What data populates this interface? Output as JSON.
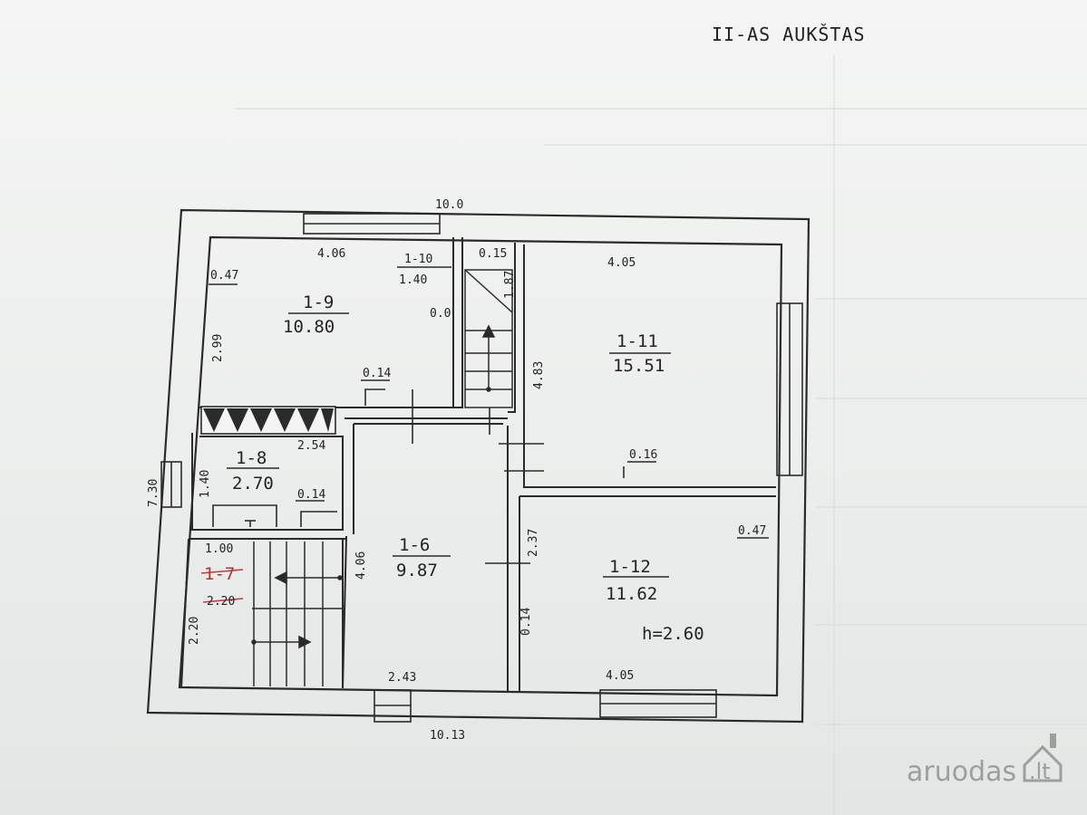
{
  "title": "II-AS AUKŠTAS",
  "watermark": {
    "text": "aruodas",
    "suffix": ".lt"
  },
  "rooms": [
    {
      "id": "1-9",
      "area": "10.80"
    },
    {
      "id": "1-10",
      "area": "1.40"
    },
    {
      "id": "1-8",
      "area": "2.70"
    },
    {
      "id": "1-7",
      "area": "2.20"
    },
    {
      "id": "1-6",
      "area": "9.87"
    },
    {
      "id": "1-11",
      "area": "15.51"
    },
    {
      "id": "1-12",
      "area": "11.62"
    }
  ],
  "dimensions": {
    "top_total": "10.0",
    "bottom_total": "10.13",
    "left_total": "7.30",
    "r19_width": "4.06",
    "r19_side": "0.47",
    "r19_height": "2.99",
    "r19_inner": "0.14",
    "stair_width": "0.15",
    "stair_height": "1.87",
    "stair_side": "0.0",
    "r18_height": "1.40",
    "r18_width": "2.54",
    "r18_inner": "0.14",
    "r17_width": "1.00",
    "r17_height": "2.20",
    "r16_height": "4.06",
    "r16_width": "2.43",
    "r111_width": "4.05",
    "r111_height": "4.83",
    "r111_inner": "0.16",
    "r112_side": "0.47",
    "r112_height": "2.37",
    "r112_inner": "0.14",
    "r112_width": "4.05",
    "ceiling_height": "h=2.60"
  }
}
